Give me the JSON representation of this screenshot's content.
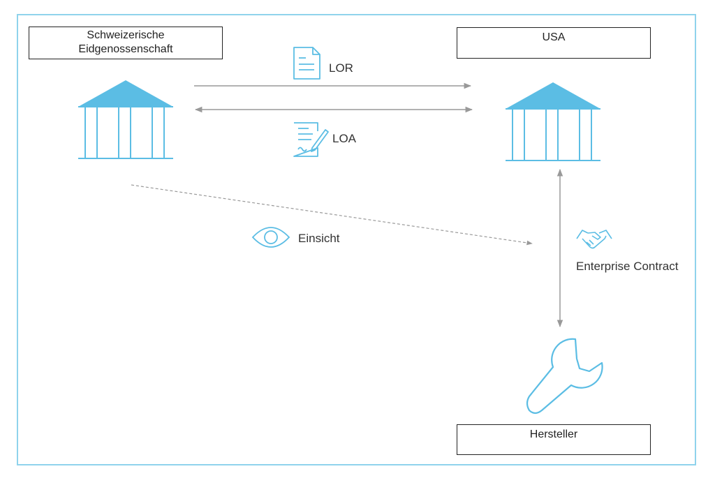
{
  "nodes": {
    "swiss": {
      "line1": "Schweizerische",
      "line2": "Eidgenossenschaft"
    },
    "usa": {
      "label": "USA"
    },
    "hersteller": {
      "label": "Hersteller"
    }
  },
  "edges": {
    "lor": {
      "label": "LOR",
      "icon": "document-icon"
    },
    "loa": {
      "label": "LOA",
      "icon": "signed-document-icon"
    },
    "einsicht": {
      "label": "Einsicht",
      "icon": "eye-icon"
    },
    "enterprise_contract": {
      "label": "Enterprise Contract",
      "icon": "handshake-icon"
    }
  },
  "colors": {
    "accent": "#5bbde4",
    "frame": "#8fd3ec",
    "arrow": "#999999"
  }
}
